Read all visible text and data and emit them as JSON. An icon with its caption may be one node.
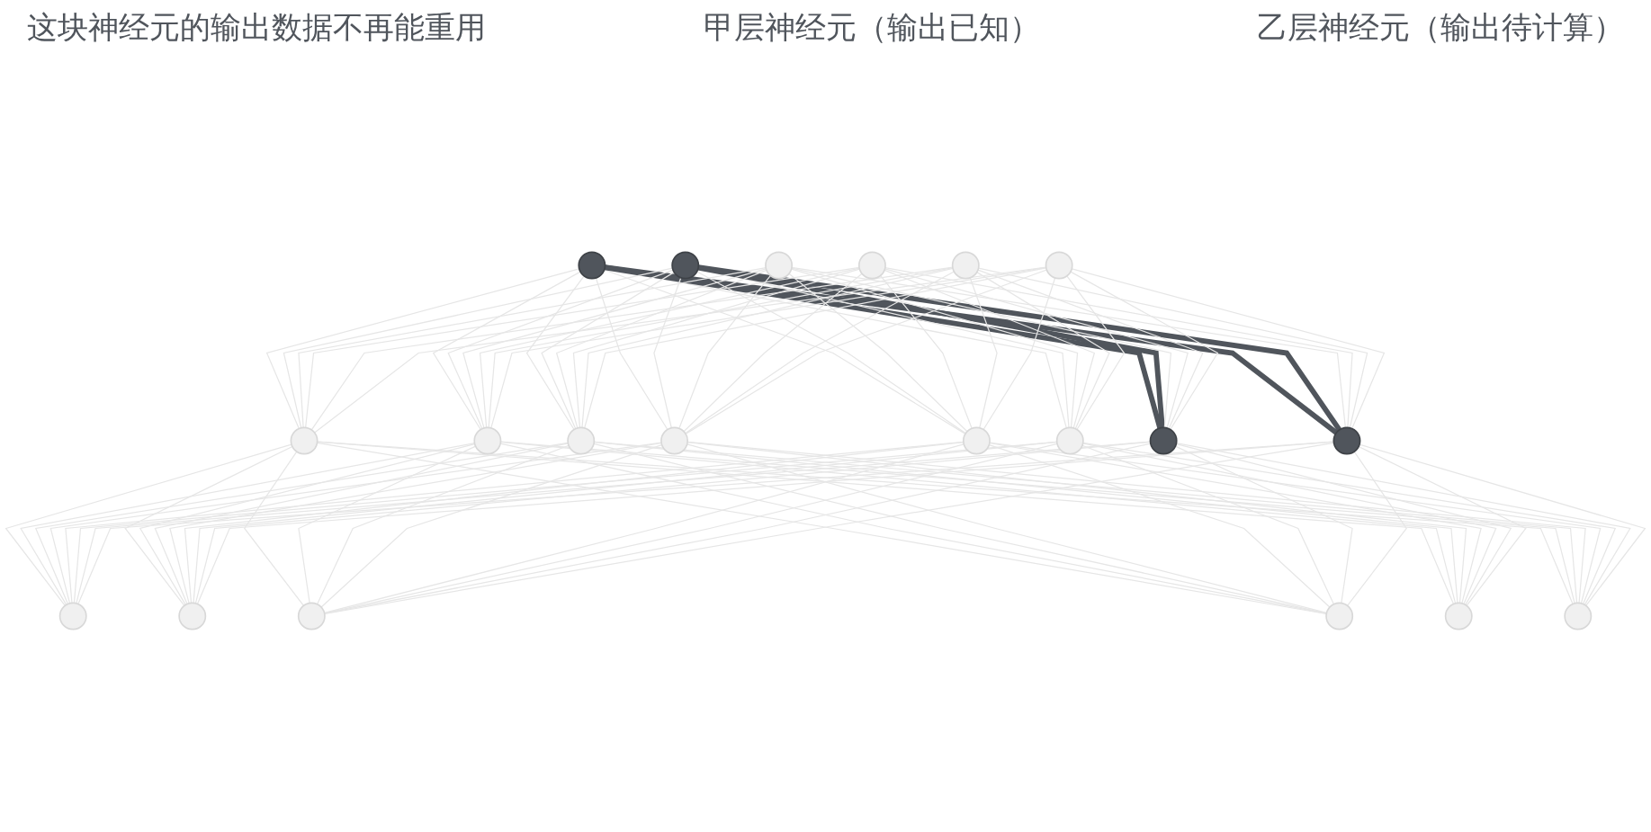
{
  "diagram": {
    "nodes": [
      {
        "text": [],
        "shape": "circle"
      },
      {
        "text": [],
        "shape": "circle"
      },
      {
        "text": [],
        "shape": "circle"
      },
      {
        "text": [],
        "shape": "circle"
      },
      {
        "text": [],
        "shape": "circle"
      },
      {
        "text": [],
        "shape": "circle"
      },
      {
        "text": [],
        "shape": "circle"
      },
      {
        "text": [],
        "shape": "circle"
      },
      {
        "text": [],
        "shape": "circle"
      },
      {
        "text": [],
        "shape": "circle"
      },
      {
        "text": [],
        "shape": "circle"
      },
      {
        "text": [],
        "shape": "circle"
      },
      {
        "text": [],
        "shape": "circle"
      },
      {
        "text": [],
        "shape": "circle"
      },
      {
        "text": [],
        "shape": "circle"
      },
      {
        "text": [],
        "shape": "circle"
      },
      {
        "text": [],
        "shape": "circle"
      },
      {
        "text": [],
        "shape": "circle"
      },
      {
        "text": [],
        "shape": "circle"
      },
      {
        "text": [],
        "shape": "circle"
      }
    ],
    "edges": [
      {
        "from": 0,
        "to": 6,
        "arrow": "none"
      },
      {
        "from": 0,
        "to": 7,
        "arrow": "none"
      },
      {
        "from": 0,
        "to": 8,
        "arrow": "none"
      },
      {
        "from": 0,
        "to": 9,
        "arrow": "none"
      },
      {
        "from": 0,
        "to": 10,
        "arrow": "none"
      },
      {
        "from": 0,
        "to": 11,
        "arrow": "none"
      },
      {
        "from": 0,
        "to": 12,
        "arrow": "none",
        "style": "thick",
        "color": "#50555c"
      },
      {
        "from": 0,
        "to": 13,
        "arrow": "none",
        "style": "thick",
        "color": "#50555c"
      },
      {
        "from": 1,
        "to": 6,
        "arrow": "none"
      },
      {
        "from": 1,
        "to": 7,
        "arrow": "none"
      },
      {
        "from": 1,
        "to": 8,
        "arrow": "none"
      },
      {
        "from": 1,
        "to": 9,
        "arrow": "none"
      },
      {
        "from": 1,
        "to": 10,
        "arrow": "none"
      },
      {
        "from": 1,
        "to": 11,
        "arrow": "none"
      },
      {
        "from": 1,
        "to": 12,
        "arrow": "none",
        "style": "thick",
        "color": "#50555c"
      },
      {
        "from": 1,
        "to": 13,
        "arrow": "none",
        "style": "thick",
        "color": "#50555c"
      },
      {
        "from": 2,
        "to": 6,
        "arrow": "none"
      },
      {
        "from": 2,
        "to": 7,
        "arrow": "none"
      },
      {
        "from": 2,
        "to": 8,
        "arrow": "none"
      },
      {
        "from": 2,
        "to": 9,
        "arrow": "none"
      },
      {
        "from": 2,
        "to": 10,
        "arrow": "none"
      },
      {
        "from": 2,
        "to": 11,
        "arrow": "none"
      },
      {
        "from": 2,
        "to": 12,
        "arrow": "none"
      },
      {
        "from": 2,
        "to": 13,
        "arrow": "none"
      },
      {
        "from": 3,
        "to": 6,
        "arrow": "none"
      },
      {
        "from": 3,
        "to": 7,
        "arrow": "none"
      },
      {
        "from": 3,
        "to": 8,
        "arrow": "none"
      },
      {
        "from": 3,
        "to": 9,
        "arrow": "none"
      },
      {
        "from": 3,
        "to": 10,
        "arrow": "none"
      },
      {
        "from": 3,
        "to": 11,
        "arrow": "none"
      },
      {
        "from": 3,
        "to": 12,
        "arrow": "none"
      },
      {
        "from": 3,
        "to": 13,
        "arrow": "none"
      },
      {
        "from": 4,
        "to": 6,
        "arrow": "none"
      },
      {
        "from": 4,
        "to": 7,
        "arrow": "none"
      },
      {
        "from": 4,
        "to": 8,
        "arrow": "none"
      },
      {
        "from": 4,
        "to": 9,
        "arrow": "none"
      },
      {
        "from": 4,
        "to": 10,
        "arrow": "none"
      },
      {
        "from": 4,
        "to": 11,
        "arrow": "none"
      },
      {
        "from": 4,
        "to": 12,
        "arrow": "none"
      },
      {
        "from": 4,
        "to": 13,
        "arrow": "none"
      },
      {
        "from": 5,
        "to": 6,
        "arrow": "none"
      },
      {
        "from": 5,
        "to": 7,
        "arrow": "none"
      },
      {
        "from": 5,
        "to": 8,
        "arrow": "none"
      },
      {
        "from": 5,
        "to": 9,
        "arrow": "none"
      },
      {
        "from": 5,
        "to": 10,
        "arrow": "none"
      },
      {
        "from": 5,
        "to": 11,
        "arrow": "none"
      },
      {
        "from": 5,
        "to": 12,
        "arrow": "none"
      },
      {
        "from": 5,
        "to": 13,
        "arrow": "none"
      },
      {
        "from": 6,
        "to": 14,
        "arrow": "none"
      },
      {
        "from": 6,
        "to": 15,
        "arrow": "none"
      },
      {
        "from": 6,
        "to": 16,
        "arrow": "none"
      },
      {
        "from": 6,
        "to": 17,
        "arrow": "none"
      },
      {
        "from": 6,
        "to": 18,
        "arrow": "none"
      },
      {
        "from": 6,
        "to": 19,
        "arrow": "none"
      },
      {
        "from": 7,
        "to": 14,
        "arrow": "none"
      },
      {
        "from": 7,
        "to": 15,
        "arrow": "none"
      },
      {
        "from": 7,
        "to": 16,
        "arrow": "none"
      },
      {
        "from": 7,
        "to": 17,
        "arrow": "none"
      },
      {
        "from": 7,
        "to": 18,
        "arrow": "none"
      },
      {
        "from": 7,
        "to": 19,
        "arrow": "none"
      },
      {
        "from": 8,
        "to": 14,
        "arrow": "none"
      },
      {
        "from": 8,
        "to": 15,
        "arrow": "none"
      },
      {
        "from": 8,
        "to": 16,
        "arrow": "none"
      },
      {
        "from": 8,
        "to": 17,
        "arrow": "none"
      },
      {
        "from": 8,
        "to": 18,
        "arrow": "none"
      },
      {
        "from": 8,
        "to": 19,
        "arrow": "none"
      },
      {
        "from": 9,
        "to": 14,
        "arrow": "none"
      },
      {
        "from": 9,
        "to": 15,
        "arrow": "none"
      },
      {
        "from": 9,
        "to": 16,
        "arrow": "none"
      },
      {
        "from": 9,
        "to": 17,
        "arrow": "none"
      },
      {
        "from": 9,
        "to": 18,
        "arrow": "none"
      },
      {
        "from": 9,
        "to": 19,
        "arrow": "none"
      },
      {
        "from": 10,
        "to": 14,
        "arrow": "none"
      },
      {
        "from": 10,
        "to": 15,
        "arrow": "none"
      },
      {
        "from": 10,
        "to": 16,
        "arrow": "none"
      },
      {
        "from": 10,
        "to": 17,
        "arrow": "none"
      },
      {
        "from": 10,
        "to": 18,
        "arrow": "none"
      },
      {
        "from": 10,
        "to": 19,
        "arrow": "none"
      },
      {
        "from": 11,
        "to": 14,
        "arrow": "none"
      },
      {
        "from": 11,
        "to": 15,
        "arrow": "none"
      },
      {
        "from": 11,
        "to": 16,
        "arrow": "none"
      },
      {
        "from": 11,
        "to": 17,
        "arrow": "none"
      },
      {
        "from": 11,
        "to": 18,
        "arrow": "none"
      },
      {
        "from": 11,
        "to": 19,
        "arrow": "none"
      },
      {
        "from": 12,
        "to": 14,
        "arrow": "none"
      },
      {
        "from": 12,
        "to": 15,
        "arrow": "none"
      },
      {
        "from": 12,
        "to": 16,
        "arrow": "none"
      },
      {
        "from": 12,
        "to": 17,
        "arrow": "none"
      },
      {
        "from": 12,
        "to": 18,
        "arrow": "none"
      },
      {
        "from": 12,
        "to": 19,
        "arrow": "none"
      },
      {
        "from": 13,
        "to": 14,
        "arrow": "none"
      },
      {
        "from": 13,
        "to": 15,
        "arrow": "none"
      },
      {
        "from": 13,
        "to": 16,
        "arrow": "none"
      },
      {
        "from": 13,
        "to": 17,
        "arrow": "none"
      },
      {
        "from": 13,
        "to": 18,
        "arrow": "none"
      },
      {
        "from": 13,
        "to": 19,
        "arrow": "none"
      }
    ],
    "labels": [
      "这块神经元的输出数据不再能重用",
      "甲层神经元（输出已知）",
      "乙层神经元（输出待计算）"
    ]
  }
}
